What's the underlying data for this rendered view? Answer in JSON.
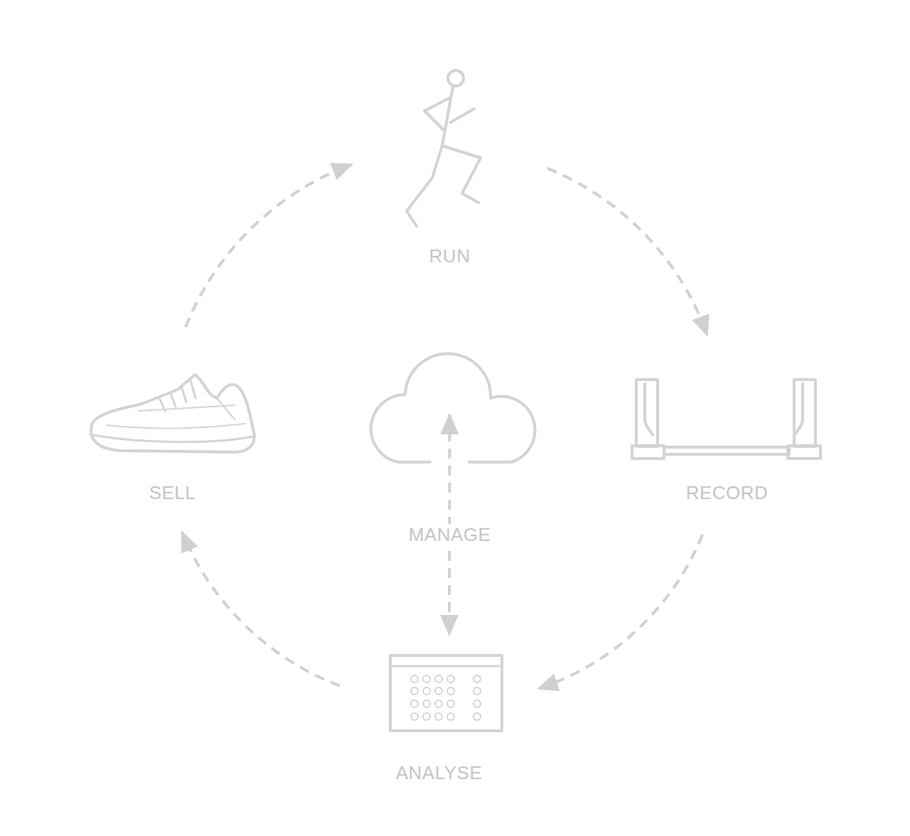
{
  "diagram": {
    "nodes": [
      {
        "text": [
          "RUN"
        ]
      },
      {
        "text": [
          "SELL"
        ]
      },
      {
        "text": [
          "MANAGE"
        ]
      },
      {
        "text": [
          "RECORD"
        ]
      },
      {
        "text": [
          "ANALYSE"
        ]
      }
    ],
    "edges": [
      {
        "from": 0,
        "to": 3,
        "arrow": "to"
      },
      {
        "from": 3,
        "to": 4,
        "arrow": "to"
      },
      {
        "from": 4,
        "to": 1,
        "arrow": "to"
      },
      {
        "from": 1,
        "to": 0,
        "arrow": "to"
      },
      {
        "from": 2,
        "to": 4,
        "arrow": "both"
      }
    ]
  }
}
